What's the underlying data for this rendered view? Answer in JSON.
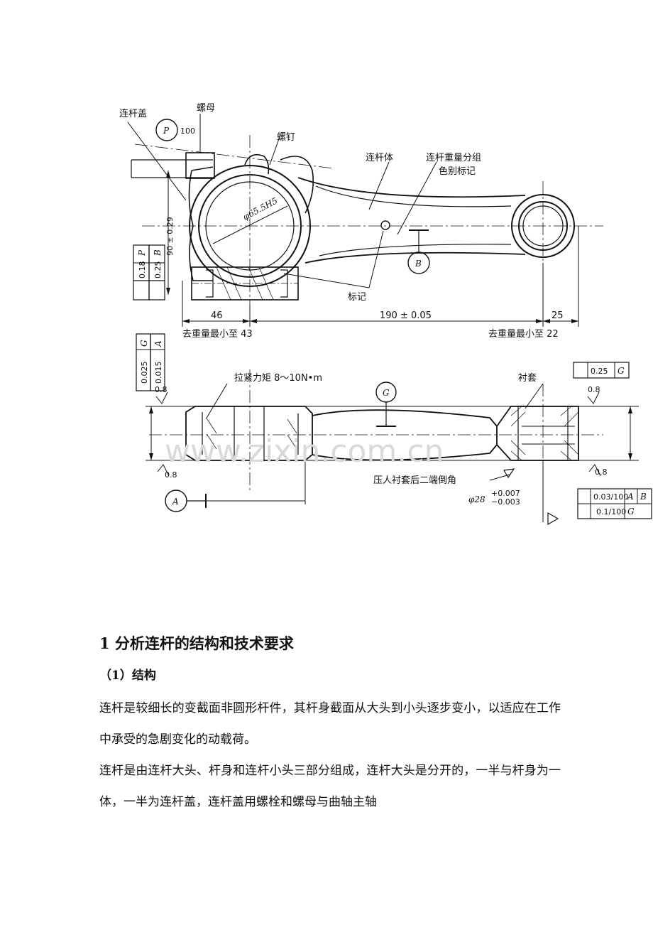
{
  "drawing": {
    "labels": {
      "cap": "连杆盖",
      "nut": "螺母",
      "screw": "螺钉",
      "rod_body": "连杆体",
      "weight_group": "连杆重量分组",
      "color_mark": "色别标记",
      "mark": "标记",
      "p_circle": "P",
      "p_value": "100",
      "dim_90": "90 ± 0.29",
      "bore": "φ65.5H5",
      "b_circle": "B",
      "tol_025_B": "0.25",
      "tol_025_B_ref": "B",
      "tol_018": "0.18",
      "tol_018_ref": "P",
      "dim_46": "46",
      "dim_190": "190 ± 0.05",
      "dim_25": "25",
      "remove_43": "去重量最小至 43",
      "remove_22": "去重量最小至 22",
      "par_0025": "0.025",
      "par_0025_ref": "G",
      "perp_0015": "0.015",
      "perp_0015_ref": "A",
      "torque": "拉紧力矩 8～10N•m",
      "g_circle": "G",
      "bushing": "衬套",
      "sym_025G": "0.25",
      "sym_025G_ref": "G",
      "rough_08_a": "0.8",
      "rough_08_b": "0.8",
      "rough_08_c": "0.8",
      "rough_08_d": "0.8",
      "chamfer": "压人衬套后二端倒角",
      "phi28": "φ28",
      "phi28_up": "+0.007",
      "phi28_low": "−0.003",
      "a_circle": "A",
      "par_003": "0.03/100",
      "par_003_ref1": "A",
      "par_003_ref2": "B",
      "perp_01": "0.1/100",
      "perp_01_ref": "G"
    },
    "watermark": "www.zixin.com.cn"
  },
  "content": {
    "heading": "1 分析连杆的结构和技术要求",
    "subheading": "（1）结构",
    "paragraphs": [
      "连杆是较细长的变截面非圆形杆件，其杆身截面从大头到小头逐步变小，以适应在工作中承受的急剧变化的动载荷。",
      "连杆是由连杆大头、杆身和连杆小头三部分组成，连杆大头是分开的，一半与杆身为一体，一半为连杆盖，连杆盖用螺栓和螺母与曲轴主轴"
    ]
  }
}
